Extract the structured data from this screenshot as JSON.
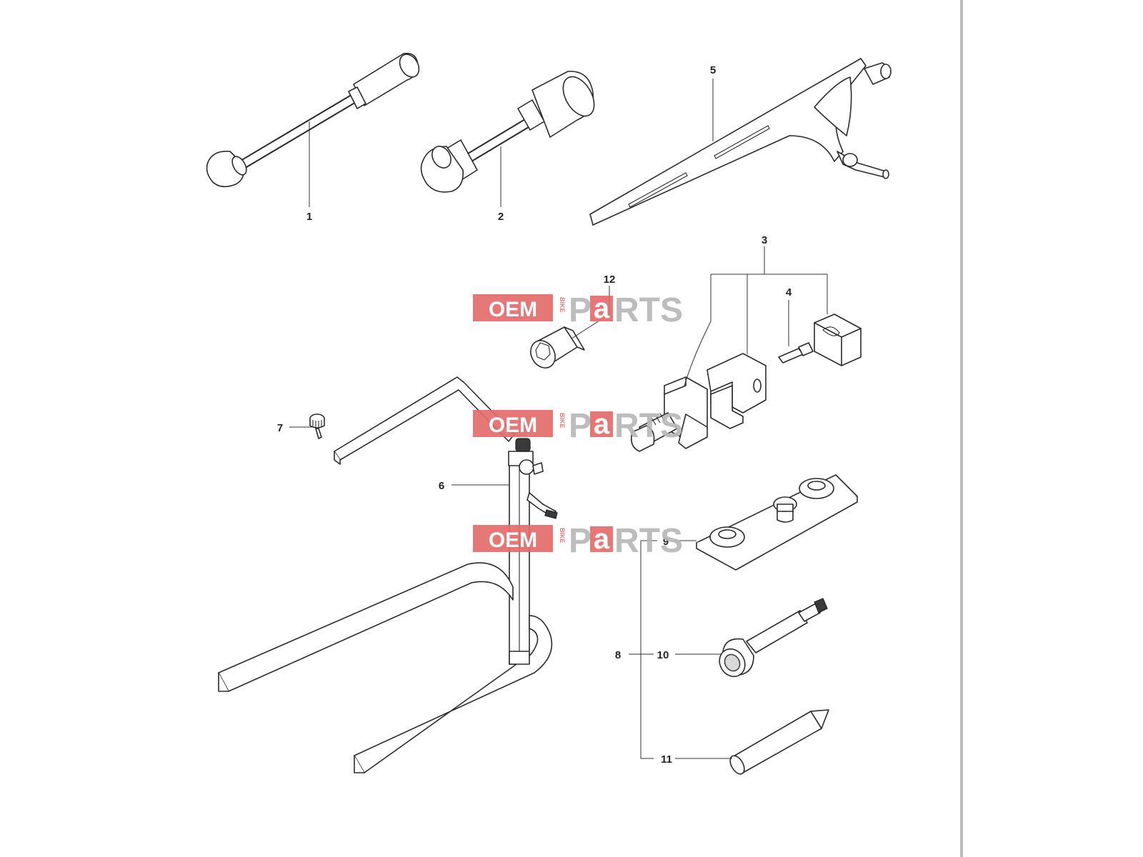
{
  "callouts": {
    "c1": "1",
    "c2": "2",
    "c3": "3",
    "c4": "4",
    "c5": "5",
    "c6": "6",
    "c7": "7",
    "c8": "8",
    "c9": "9",
    "c10": "10",
    "c11": "11",
    "c12": "12"
  },
  "watermark": {
    "oem": "OEM",
    "bike": "BIKE",
    "parts_p": "P",
    "parts_a": "a",
    "parts_rest": "RTS",
    "colors": {
      "red": "#e46c6c",
      "gray": "#b8b8b8"
    }
  }
}
